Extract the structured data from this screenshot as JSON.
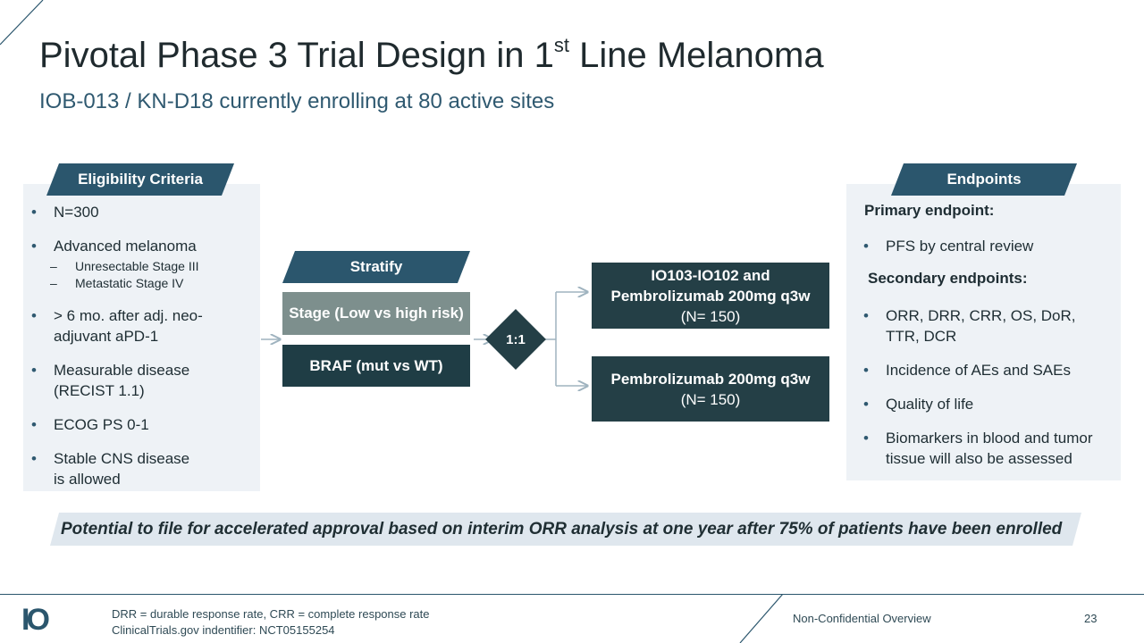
{
  "header": {
    "title_main": "Pivotal Phase 3 Trial Design in 1",
    "title_sup": "st",
    "title_end": " Line Melanoma",
    "subtitle": "IOB-013 / KN-D18 currently enrolling at 80 active sites"
  },
  "eligibility": {
    "heading": "Eligibility Criteria",
    "items": [
      {
        "text": "N=300"
      },
      {
        "text": "Advanced melanoma",
        "subs": [
          "Unresectable Stage III",
          "Metastatic Stage IV"
        ]
      },
      {
        "text": "> 6 mo. after adj. neo-adjuvant aPD-1"
      },
      {
        "text": "Measurable disease (RECIST 1.1)"
      },
      {
        "text": "ECOG PS 0-1"
      },
      {
        "text": "Stable CNS disease is allowed"
      }
    ]
  },
  "stratify": {
    "heading": "Stratify",
    "factor1": "Stage (Low vs high risk)",
    "factor2": "BRAF (mut vs WT)",
    "ratio": "1:1"
  },
  "arms": {
    "arm1_line1": "IO103-IO102 and",
    "arm1_line2": "Pembrolizumab 200mg q3w",
    "arm1_n": "(N= 150)",
    "arm2_line1": "Pembrolizumab 200mg q3w",
    "arm2_n": "(N= 150)"
  },
  "endpoints": {
    "heading": "Endpoints",
    "primary_label": "Primary endpoint:",
    "primary_items": [
      "PFS by central review"
    ],
    "secondary_label": "Secondary endpoints:",
    "secondary_items": [
      "ORR, DRR, CRR, OS, DoR, TTR, DCR",
      "Incidence of AEs and SAEs",
      "Quality of life",
      "Biomarkers in blood and tumor tissue will also be assessed"
    ]
  },
  "banner": {
    "text": "Potential to file for accelerated approval based on interim ORR analysis at one year after 75% of patients have been enrolled"
  },
  "footer": {
    "note_line1": "DRR = durable response rate, CRR = complete response rate",
    "note_line2": "ClinicalTrials.gov indentifier: NCT05155254",
    "center_text": "Non-Confidential Overview",
    "page_number": "23",
    "logo_text": "IO"
  },
  "colors": {
    "accent": "#2b566d",
    "panel": "#eef2f6",
    "arm_box": "#243f46",
    "stage_box": "#7d8f8d",
    "banner": "#dfe7ee"
  }
}
